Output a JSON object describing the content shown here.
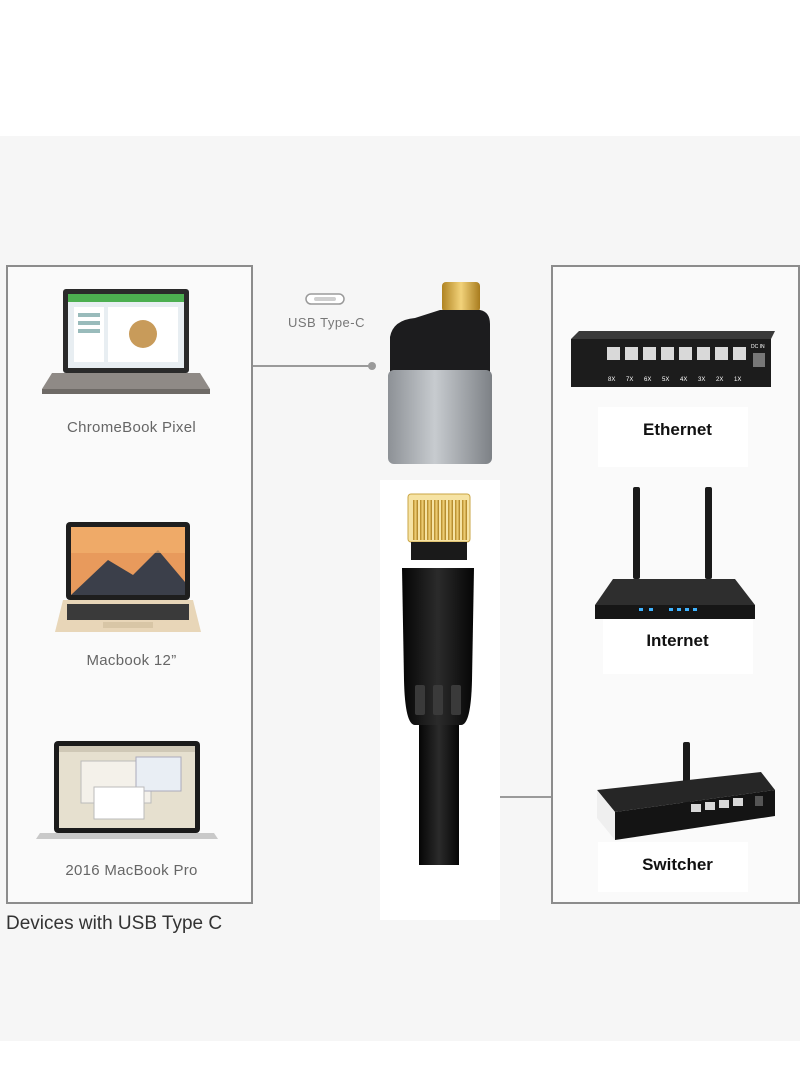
{
  "left_panel": {
    "devices": [
      {
        "label": "ChromeBook Pixel",
        "icon": "chromebook-laptop-icon"
      },
      {
        "label": "Macbook 12”",
        "icon": "macbook-laptop-icon"
      },
      {
        "label": "2016 MacBook Pro",
        "icon": "macbook-pro-laptop-icon"
      }
    ]
  },
  "caption": "Devices with USB Type C",
  "connector": {
    "label": "USB Type-C",
    "icon": "usb-c-port-icon"
  },
  "right_panel": {
    "items": [
      {
        "label": "Ethernet",
        "icon": "ethernet-switch-icon"
      },
      {
        "label": "Internet",
        "icon": "router-icon"
      },
      {
        "label": "Switcher",
        "icon": "network-switcher-icon"
      }
    ],
    "switch_port_labels": [
      "8X",
      "7X",
      "6X",
      "5X",
      "4X",
      "3X",
      "2X",
      "1X"
    ],
    "switch_top_text": "DC IN"
  },
  "colors": {
    "panel_border": "#8c8c8c",
    "cable_black": "#111111",
    "connector_gray": "#9a9ea3",
    "gold": "#d4a93a"
  }
}
